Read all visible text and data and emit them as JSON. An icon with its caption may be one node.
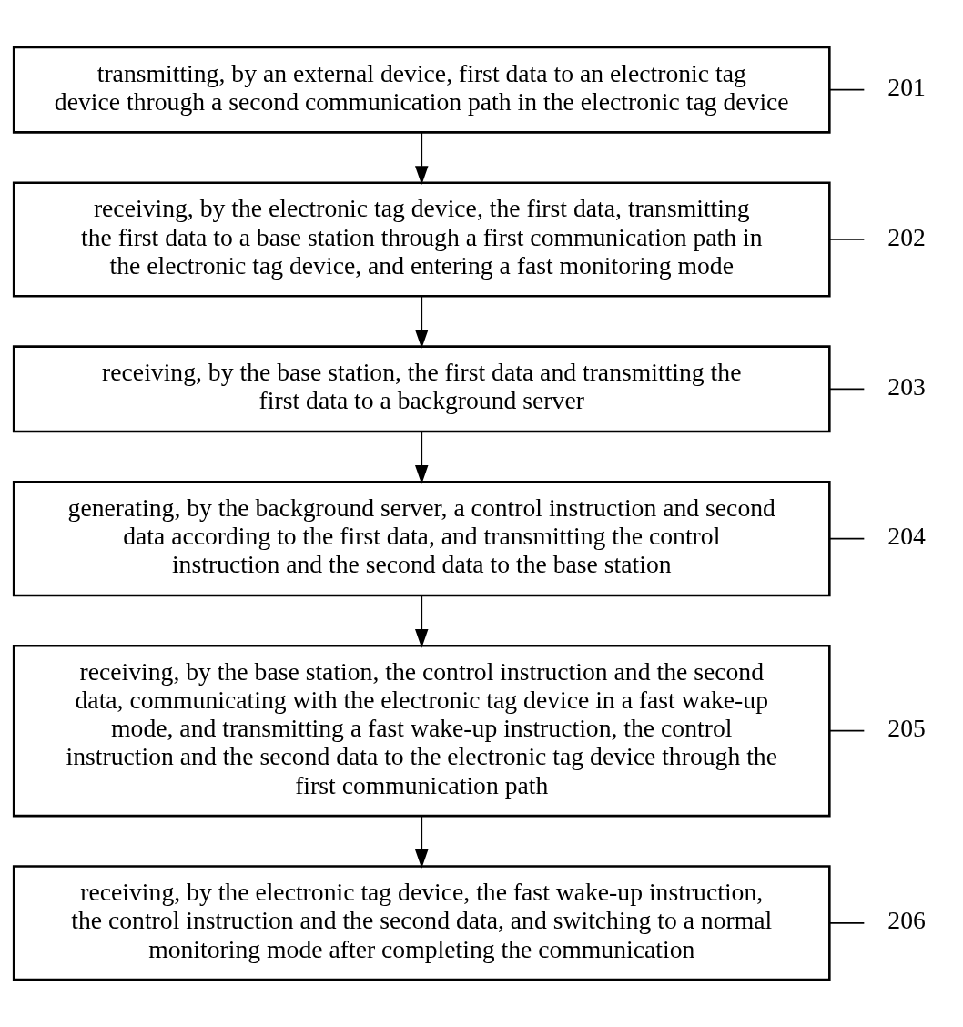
{
  "diagram": {
    "nodes": [
      {
        "text": [
          "transmitting, by an external device, first data to an electronic tag device through a second communication path in the electronic tag device"
        ],
        "beside": [
          "201"
        ]
      },
      {
        "text": [
          "receiving, by the electronic tag device, the first data, transmitting the first data to a base station through a first communication path in the electronic tag device, and entering a fast monitoring mode"
        ],
        "beside": [
          "202"
        ]
      },
      {
        "text": [
          "receiving, by the base station, the first data and transmitting the first data to a background server"
        ],
        "beside": [
          "203"
        ]
      },
      {
        "text": [
          "generating, by the background server, a control instruction and second data according to the first data, and transmitting the control instruction and the second data to the base station"
        ],
        "beside": [
          "204"
        ]
      },
      {
        "text": [
          "receiving, by the base station, the control instruction and the second data, communicating with the electronic tag device in a fast wake-up mode, and transmitting a fast wake-up instruction, the control instruction and the second data to the electronic tag device through the first communication path"
        ],
        "beside": [
          "205"
        ]
      },
      {
        "text": [
          "receiving, by the electronic tag device, the fast wake-up instruction, the control instruction and the second data, and switching to a normal monitoring mode after completing the communication"
        ],
        "beside": [
          "206"
        ]
      }
    ],
    "edges": [
      {
        "from": 0,
        "to": 1,
        "arrow": "to"
      },
      {
        "from": 1,
        "to": 2,
        "arrow": "to"
      },
      {
        "from": 2,
        "to": 3,
        "arrow": "to"
      },
      {
        "from": 3,
        "to": 4,
        "arrow": "to"
      },
      {
        "from": 4,
        "to": 5,
        "arrow": "to"
      }
    ]
  }
}
